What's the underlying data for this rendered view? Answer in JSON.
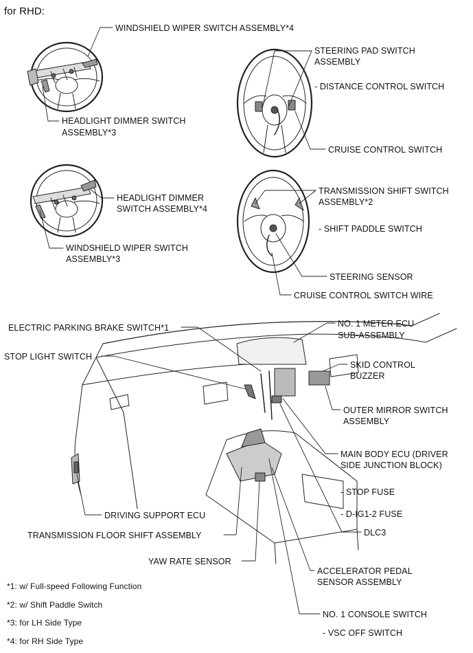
{
  "header": "for RHD:",
  "labels": {
    "wiper_rh": "WINDSHIELD WIPER SWITCH ASSEMBLY*4",
    "headlight_lh_1": "HEADLIGHT DIMMER SWITCH",
    "headlight_lh_2": "ASSEMBLY*3",
    "pad_1": "STEERING PAD SWITCH",
    "pad_2": "ASSEMBLY",
    "distance": "- DISTANCE CONTROL SWITCH",
    "cruise": "CRUISE CONTROL SWITCH",
    "headlight_rh_1": "HEADLIGHT DIMMER",
    "headlight_rh_2": "SWITCH ASSEMBLY*4",
    "wiper_lh_1": "WINDSHIELD WIPER SWITCH",
    "wiper_lh_2": "ASSEMBLY*3",
    "trans_shift_1": "TRANSMISSION SHIFT SWITCH",
    "trans_shift_2": "ASSEMBLY*2",
    "paddle": "- SHIFT PADDLE SWITCH",
    "steering_sensor": "STEERING SENSOR",
    "cruise_wire": "CRUISE CONTROL SWITCH WIRE",
    "epb": "ELECTRIC PARKING BRAKE SWITCH*1",
    "stop_light": "STOP LIGHT SWITCH",
    "meter_1": "NO. 1 METER ECU",
    "meter_2": "SUB-ASSEMBLY",
    "skid_1": "SKID CONTROL",
    "skid_2": "BUZZER",
    "mirror_1": "OUTER MIRROR SWITCH",
    "mirror_2": "ASSEMBLY",
    "body_ecu_1": "MAIN BODY ECU (DRIVER",
    "body_ecu_2": "SIDE JUNCTION BLOCK)",
    "stop_fuse": "- STOP FUSE",
    "dig_fuse": "- D-IG1-2 FUSE",
    "dlc3": "DLC3",
    "driving_ecu": "DRIVING SUPPORT ECU",
    "trans_floor": "TRANSMISSION FLOOR SHIFT ASSEMBLY",
    "yaw": "YAW RATE SENSOR",
    "accel_1": "ACCELERATOR PEDAL",
    "accel_2": "SENSOR ASSEMBLY",
    "console_1": "NO. 1 CONSOLE SWITCH",
    "console_2": "- VSC OFF SWITCH"
  },
  "footnotes": [
    "*1: w/ Full-speed Following Function",
    "*2: w/ Shift Paddle Switch",
    "*3: for LH Side Type",
    "*4: for RH Side Type"
  ]
}
